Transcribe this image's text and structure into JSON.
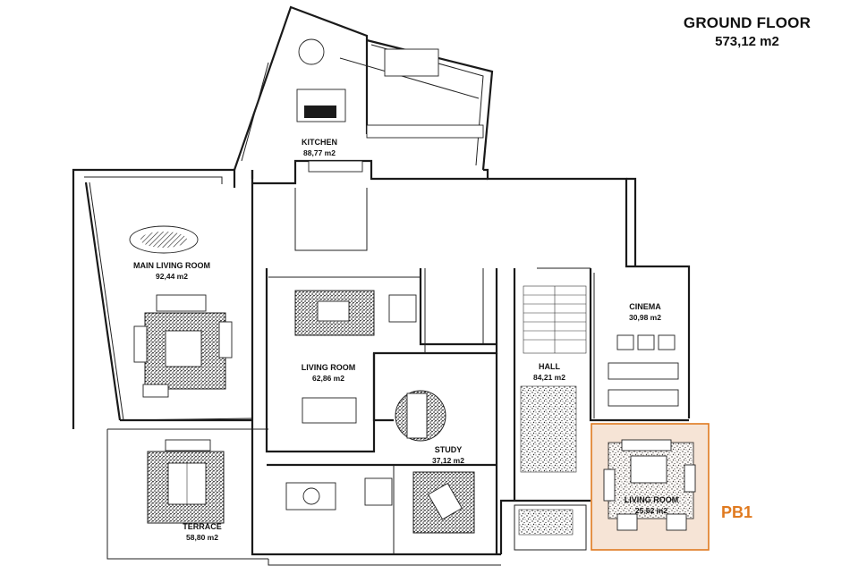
{
  "header": {
    "floor": "GROUND FLOOR",
    "area": "573,12 m2"
  },
  "highlight": {
    "label": "PB1",
    "color": "#e07a1f",
    "fill": "#f6e4d6"
  },
  "rooms": [
    {
      "name": "KITCHEN",
      "area": "88,77 m2"
    },
    {
      "name": "MAIN LIVING ROOM",
      "area": "92,44 m2"
    },
    {
      "name": "LIVING ROOM",
      "area": "62,86 m2"
    },
    {
      "name": "CINEMA",
      "area": "30,98 m2"
    },
    {
      "name": "HALL",
      "area": "84,21 m2"
    },
    {
      "name": "STUDY",
      "area": "37,12 m2"
    },
    {
      "name": "TERRACE",
      "area": "58,80 m2"
    },
    {
      "name": "LIVING ROOM",
      "area": "25,62 m2"
    }
  ]
}
